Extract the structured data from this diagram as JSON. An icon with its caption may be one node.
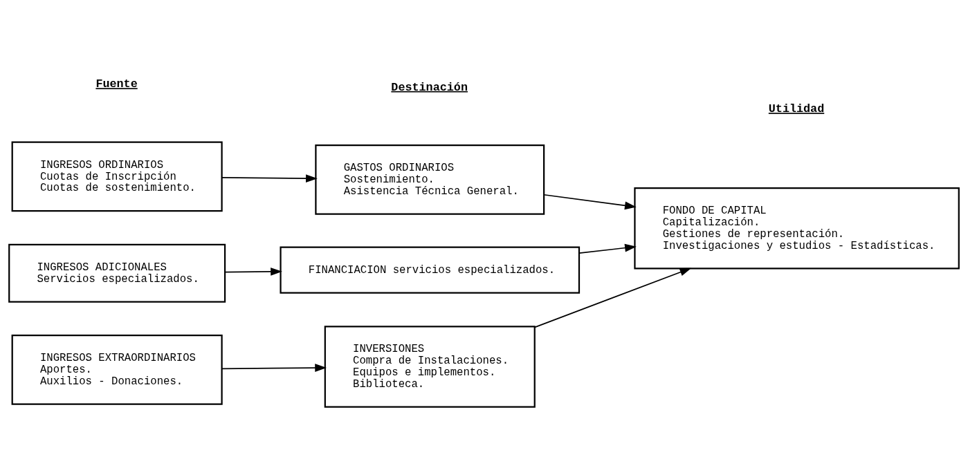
{
  "diagram": {
    "nodes": [
      {
        "text": [
          "INGRESOS ORDINARIOS",
          "Cuotas de Inscripción",
          "Cuotas de sostenimiento."
        ]
      },
      {
        "text": [
          "GASTOS ORDINARIOS",
          "Sostenimiento.",
          "Asistencia Técnica General."
        ]
      },
      {
        "text": [
          "INGRESOS ADICIONALES",
          "Servicios especializados."
        ]
      },
      {
        "text": [
          "FINANCIACION servicios especializados."
        ]
      },
      {
        "text": [
          "FONDO DE CAPITAL",
          "Capitalización.",
          "Gestiones de representación.",
          "Investigaciones y estudios - Estadísticas."
        ]
      },
      {
        "text": [
          "INGRESOS EXTRAORDINARIOS",
          "Aportes.",
          "Auxilios - Donaciones."
        ]
      },
      {
        "text": [
          "INVERSIONES",
          "Compra de Instalaciones.",
          "Equipos e implementos.",
          "Biblioteca."
        ]
      }
    ],
    "edges": [
      {
        "from": 0,
        "to": 1,
        "arrow": "to"
      },
      {
        "from": 1,
        "to": 4,
        "arrow": "to"
      },
      {
        "from": 2,
        "to": 3,
        "arrow": "to"
      },
      {
        "from": 3,
        "to": 4,
        "arrow": "to"
      },
      {
        "from": 5,
        "to": 6,
        "arrow": "to"
      },
      {
        "from": 6,
        "to": 4,
        "arrow": "to"
      }
    ],
    "labels": [
      "Fuente",
      "Destinación",
      "Utilidad"
    ]
  }
}
